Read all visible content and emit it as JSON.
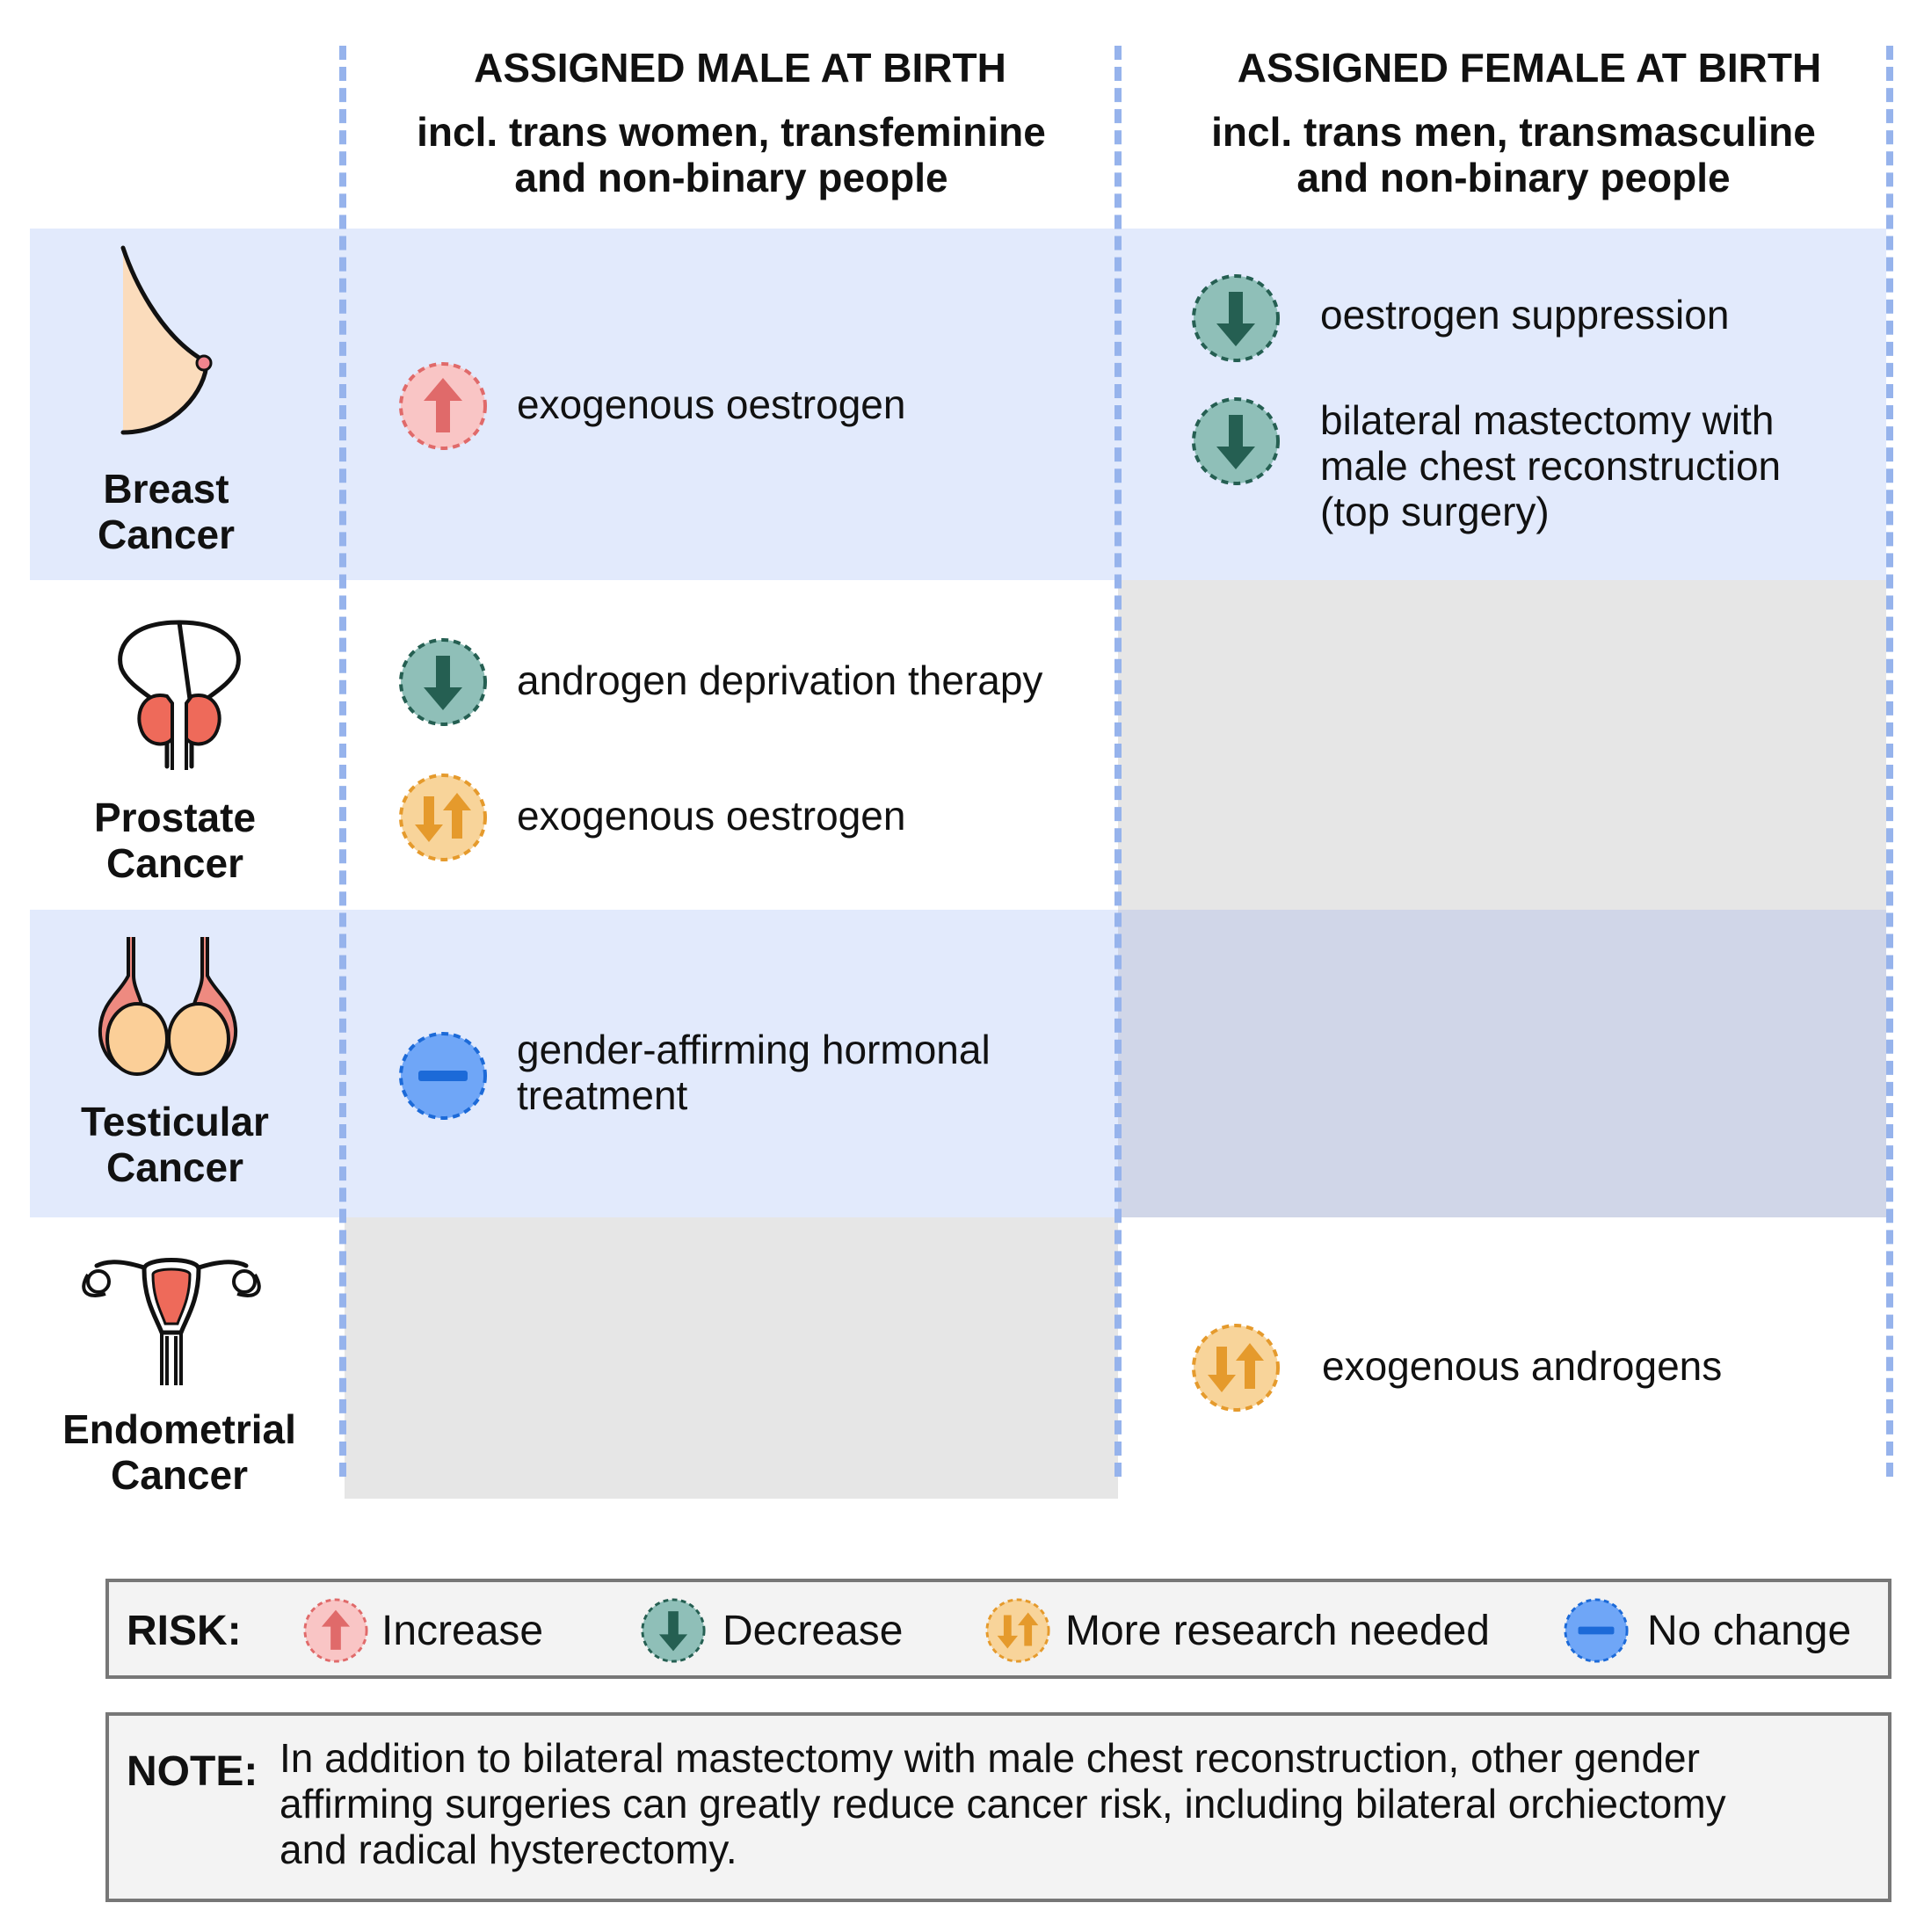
{
  "columns": {
    "male": {
      "title": "ASSIGNED MALE AT BIRTH",
      "subtitle_1": "incl. trans women, transfeminine",
      "subtitle_2": "and non-binary people"
    },
    "female": {
      "title": "ASSIGNED FEMALE AT BIRTH",
      "subtitle_1": "incl. trans men, transmasculine",
      "subtitle_2": "and non-binary people"
    }
  },
  "rows": {
    "breast": {
      "label_1": "Breast",
      "label_2": "Cancer",
      "icon": "breast-icon",
      "male_items": [
        {
          "risk": "increase",
          "text": "exogenous oestrogen"
        }
      ],
      "female_items": [
        {
          "risk": "decrease",
          "text": "oestrogen suppression"
        },
        {
          "risk": "decrease",
          "text_1": "bilateral mastectomy with",
          "text_2": "male chest reconstruction",
          "text_3": "(top surgery)"
        }
      ]
    },
    "prostate": {
      "label_1": "Prostate",
      "label_2": "Cancer",
      "icon": "prostate-icon",
      "male_items": [
        {
          "risk": "decrease",
          "text": "androgen deprivation therapy"
        },
        {
          "risk": "research",
          "text": "exogenous oestrogen"
        }
      ]
    },
    "testicular": {
      "label_1": "Testicular",
      "label_2": "Cancer",
      "icon": "testes-icon",
      "male_items": [
        {
          "risk": "no-change",
          "text_1": "gender-affirming hormonal",
          "text_2": "treatment"
        }
      ]
    },
    "endometrial": {
      "label_1": "Endometrial",
      "label_2": "Cancer",
      "icon": "uterus-icon",
      "female_items": [
        {
          "risk": "research",
          "text": "exogenous androgens"
        }
      ]
    }
  },
  "legend": {
    "label": "RISK:",
    "increase": "Increase",
    "decrease": "Decrease",
    "research": "More research needed",
    "no_change": "No change"
  },
  "note": {
    "label": "NOTE:",
    "line_1": "In addition to bilateral mastectomy with male chest reconstruction, other gender",
    "line_2": "affirming surgeries can greatly reduce cancer risk, including bilateral orchiectomy",
    "line_3": "and radical hysterectomy."
  },
  "colors": {
    "increase_fill": "#f9c5c5",
    "increase_arrow": "#e06a6a",
    "decrease_fill": "#8fbfb8",
    "decrease_arrow": "#255f52",
    "research_fill": "#f8d49a",
    "research_arrow": "#e59a2c",
    "nochange_fill": "#6fa6f7",
    "nochange_bar": "#1c6ad8",
    "band_blue": "#e2eafc",
    "band_grey": "#e6e6e6",
    "divider": "#96b3ec"
  }
}
